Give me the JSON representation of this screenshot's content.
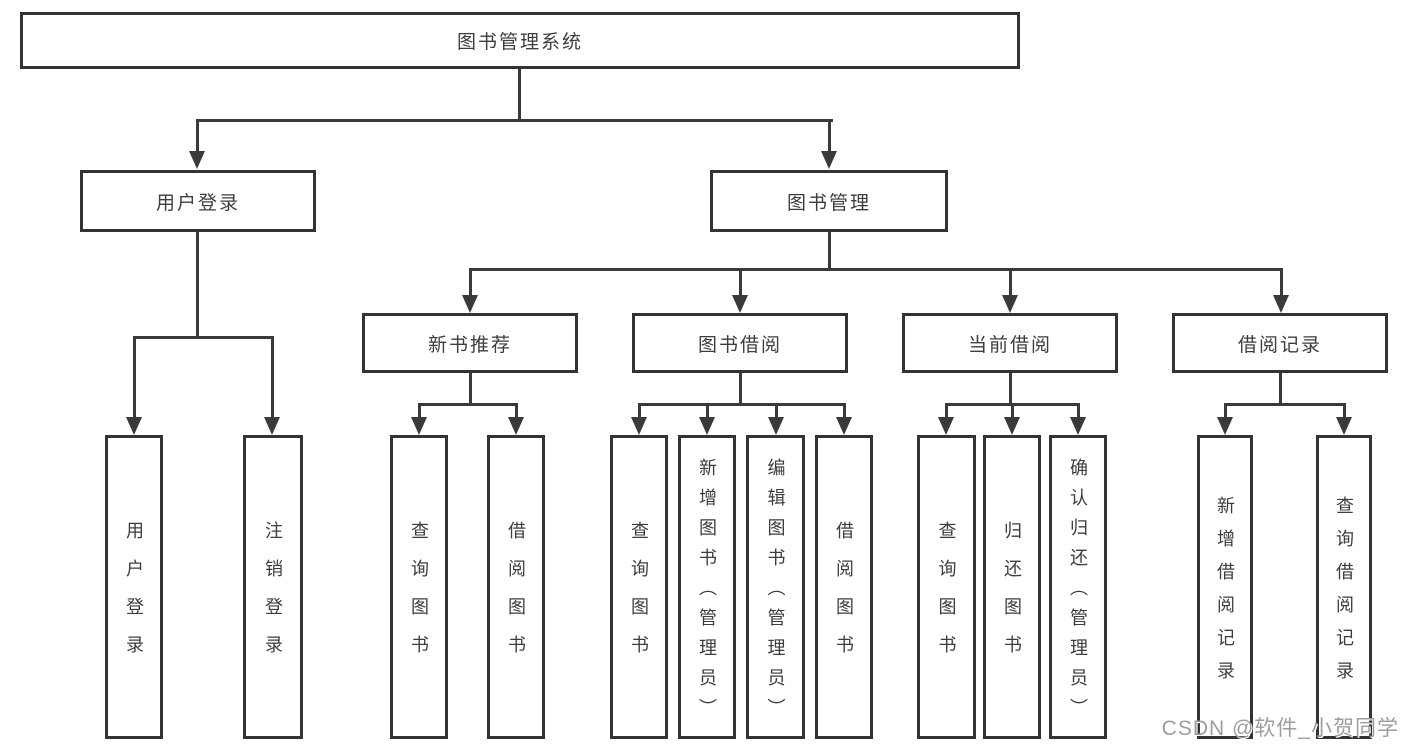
{
  "diagram": {
    "title": "图书管理系统",
    "type": "hierarchy-tree",
    "colors": {
      "line": "#3a3a3a",
      "border": "#333333",
      "text": "#3d3d3d",
      "background": "#ffffff",
      "watermark": "#989898"
    },
    "tree": {
      "root": {
        "label": "图书管理系统"
      },
      "level1": [
        {
          "label": "用户登录"
        },
        {
          "label": "图书管理"
        }
      ],
      "level2": [
        {
          "label": "新书推荐",
          "parent": "图书管理"
        },
        {
          "label": "图书借阅",
          "parent": "图书管理"
        },
        {
          "label": "当前借阅",
          "parent": "图书管理"
        },
        {
          "label": "借阅记录",
          "parent": "图书管理"
        }
      ],
      "leaves": [
        {
          "label": "用户登录",
          "parent": "用户登录"
        },
        {
          "label": "注销登录",
          "parent": "用户登录"
        },
        {
          "label": "查询图书",
          "parent": "新书推荐"
        },
        {
          "label": "借阅图书",
          "parent": "新书推荐"
        },
        {
          "label": "查询图书",
          "parent": "图书借阅"
        },
        {
          "label": "新增图书（管理员）",
          "parent": "图书借阅"
        },
        {
          "label": "编辑图书（管理员）",
          "parent": "图书借阅"
        },
        {
          "label": "借阅图书",
          "parent": "图书借阅"
        },
        {
          "label": "查询图书",
          "parent": "当前借阅"
        },
        {
          "label": "归还图书",
          "parent": "当前借阅"
        },
        {
          "label": "确认归还（管理员）",
          "parent": "当前借阅"
        },
        {
          "label": "新增借阅记录",
          "parent": "借阅记录"
        },
        {
          "label": "查询借阅记录",
          "parent": "借阅记录"
        }
      ]
    },
    "watermark": "CSDN @软件_小贺同学"
  }
}
